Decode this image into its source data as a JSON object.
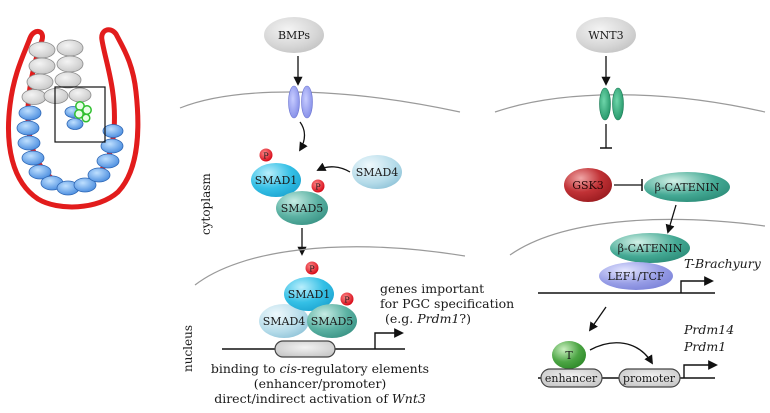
{
  "ligands": {
    "bmp": "BMPs",
    "wnt": "WNT3"
  },
  "compartments": {
    "cytoplasm": "cytoplasm",
    "nucleus": "nucleus"
  },
  "proteins": {
    "smad1": "SMAD1",
    "smad5": "SMAD5",
    "smad4": "SMAD4",
    "gsk3": "GSK3",
    "bcat": "β-CATENIN",
    "lef": "LEF1/TCF",
    "t": "T",
    "p": "P"
  },
  "elements": {
    "enhancer": "enhancer",
    "promoter": "promoter"
  },
  "genes": {
    "brachyury": "T-Brachyury",
    "prdm14": "Prdm14",
    "prdm1": "Prdm1"
  },
  "text_pgc": {
    "line1": "genes important",
    "line2": "for PGC specification",
    "line3_pre": "(e.g. ",
    "line3_it": "Prdm1",
    "line3_post": "?)"
  },
  "text_binding": {
    "line1_pre": "binding to ",
    "line1_it": "cis",
    "line1_post": "-regulatory elements",
    "line2": "(enhancer/promoter)",
    "line3_pre": "direct/indirect activation of ",
    "line3_it": "Wnt3"
  },
  "colors": {
    "bmp_receptor": "#8c95e8",
    "wnt_receptor": "#2fa77a",
    "smad1": "#2bb7e0",
    "smad5": "#4aa596",
    "smad4": "#a8d4e4",
    "gsk3": "#b8262a",
    "bcat": "#38a08a",
    "lef": "#8d94e0",
    "t": "#3f9a3a",
    "p": "#e0101e",
    "embryo_outline": "#e21c1c",
    "epiblast": "#4b8fe0",
    "extraembryonic": "#9a9a9a",
    "pgc": "#66dd66"
  }
}
